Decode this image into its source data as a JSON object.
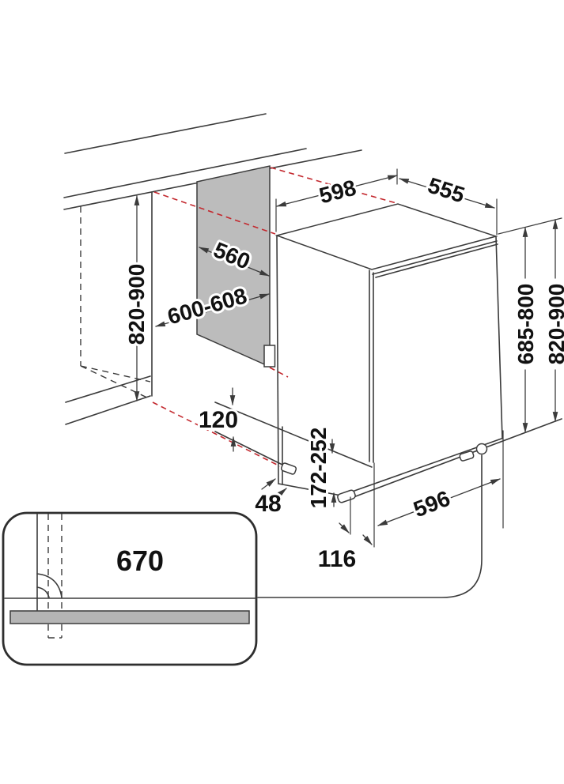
{
  "figure": {
    "type": "technical installation drawing",
    "subject": "built-in dishwasher niche and appliance dimensions with plinth detail inset",
    "units": "mm"
  },
  "dimensions": {
    "top_width": "598",
    "top_depth": "555",
    "panel_depth": "560",
    "niche_width": "600-608",
    "niche_height": "820-900",
    "appliance_height": "685-800",
    "overall_height": "820-900",
    "plinth_min_height": "120",
    "bottom_gap": "48",
    "plinth_range": "172-252",
    "door_width": "596",
    "foot_setback": "116",
    "door_clearance": "670"
  },
  "colors": {
    "line": "#3b3b3b",
    "projection_red": "#c3282e",
    "panel_gray": "#bcbcbc",
    "plinth_gray": "#b5b5b5",
    "label_text": "#111111",
    "background": "#ffffff"
  }
}
